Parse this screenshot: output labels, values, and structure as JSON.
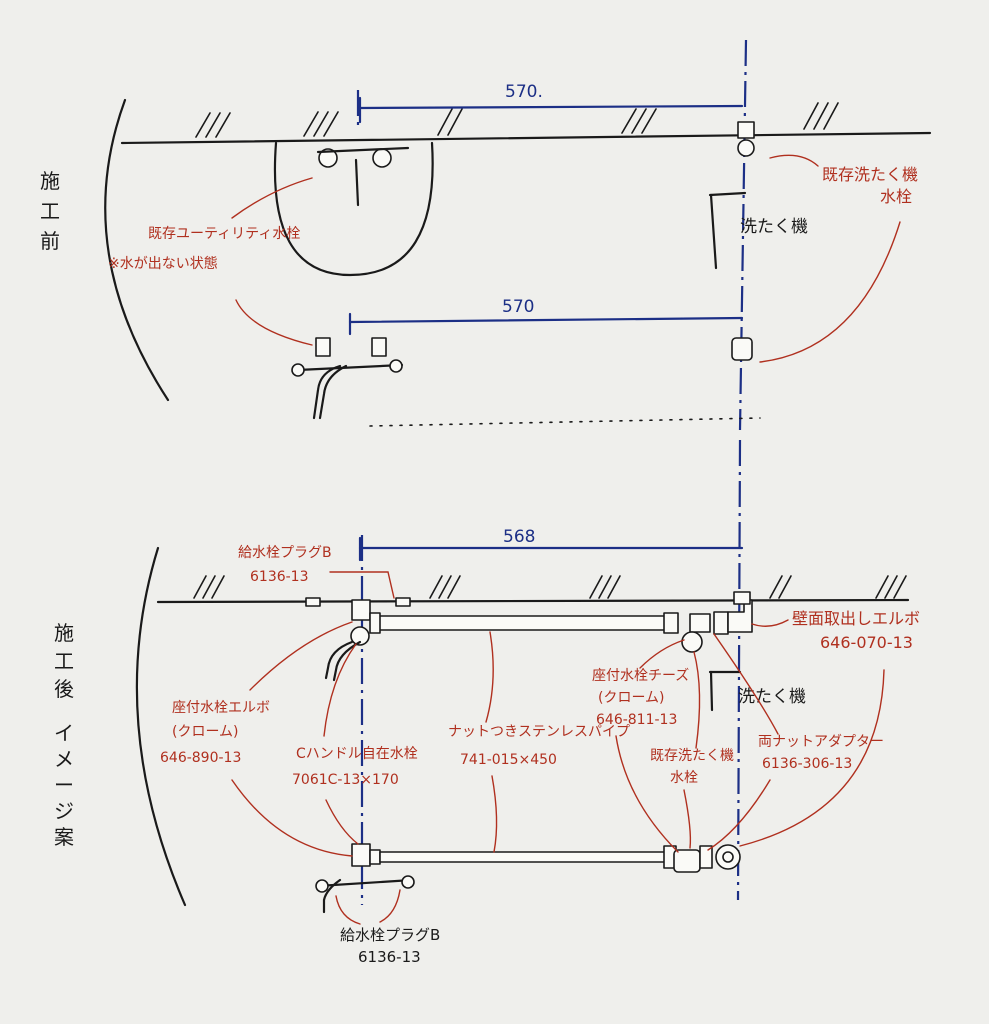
{
  "sections": {
    "before_chars": [
      "施",
      "工",
      "前"
    ],
    "after_chars": [
      "施",
      "工",
      "後",
      "イ",
      "メ",
      "ー",
      "ジ",
      "案"
    ]
  },
  "dimensions": {
    "before_top": "570.",
    "before_mid": "570",
    "after_top": "568"
  },
  "before": {
    "existing_washer_tap": [
      "既存洗たく機",
      "水栓"
    ],
    "washing_machine": "洗たく機",
    "existing_utility_tap": "既存ユーティリティ水栓",
    "no_water_note": "※水が出ない状態"
  },
  "after": {
    "plug_top": [
      "給水栓プラグB",
      "6136-13"
    ],
    "wall_elbow": [
      "壁面取出しエルボ",
      "646-070-13"
    ],
    "washing_machine": "洗たく機",
    "seat_tee": [
      "座付水栓チーズ",
      "(クローム)",
      "646-811-13"
    ],
    "seat_elbow": [
      "座付水栓エルボ",
      "(クローム)",
      "646-890-13"
    ],
    "c_handle_tap": [
      "Cハンドル自在水栓",
      "7061C-13×170"
    ],
    "flexible_pipe": [
      "ナットつきステンレスパイプ",
      "741-015×450"
    ],
    "existing_washer_tap": [
      "既存洗たく機",
      "水栓"
    ],
    "double_nut_adapter": [
      "両ナットアダプター",
      "6136-306-13"
    ],
    "plug_bottom": [
      "給水栓プラグB",
      "6136-13"
    ]
  },
  "colors": {
    "paper": "#efefec",
    "ink": "#1a1a1a",
    "dimension_blue": "#1c2f86",
    "annotation_red": "#b0301f"
  }
}
